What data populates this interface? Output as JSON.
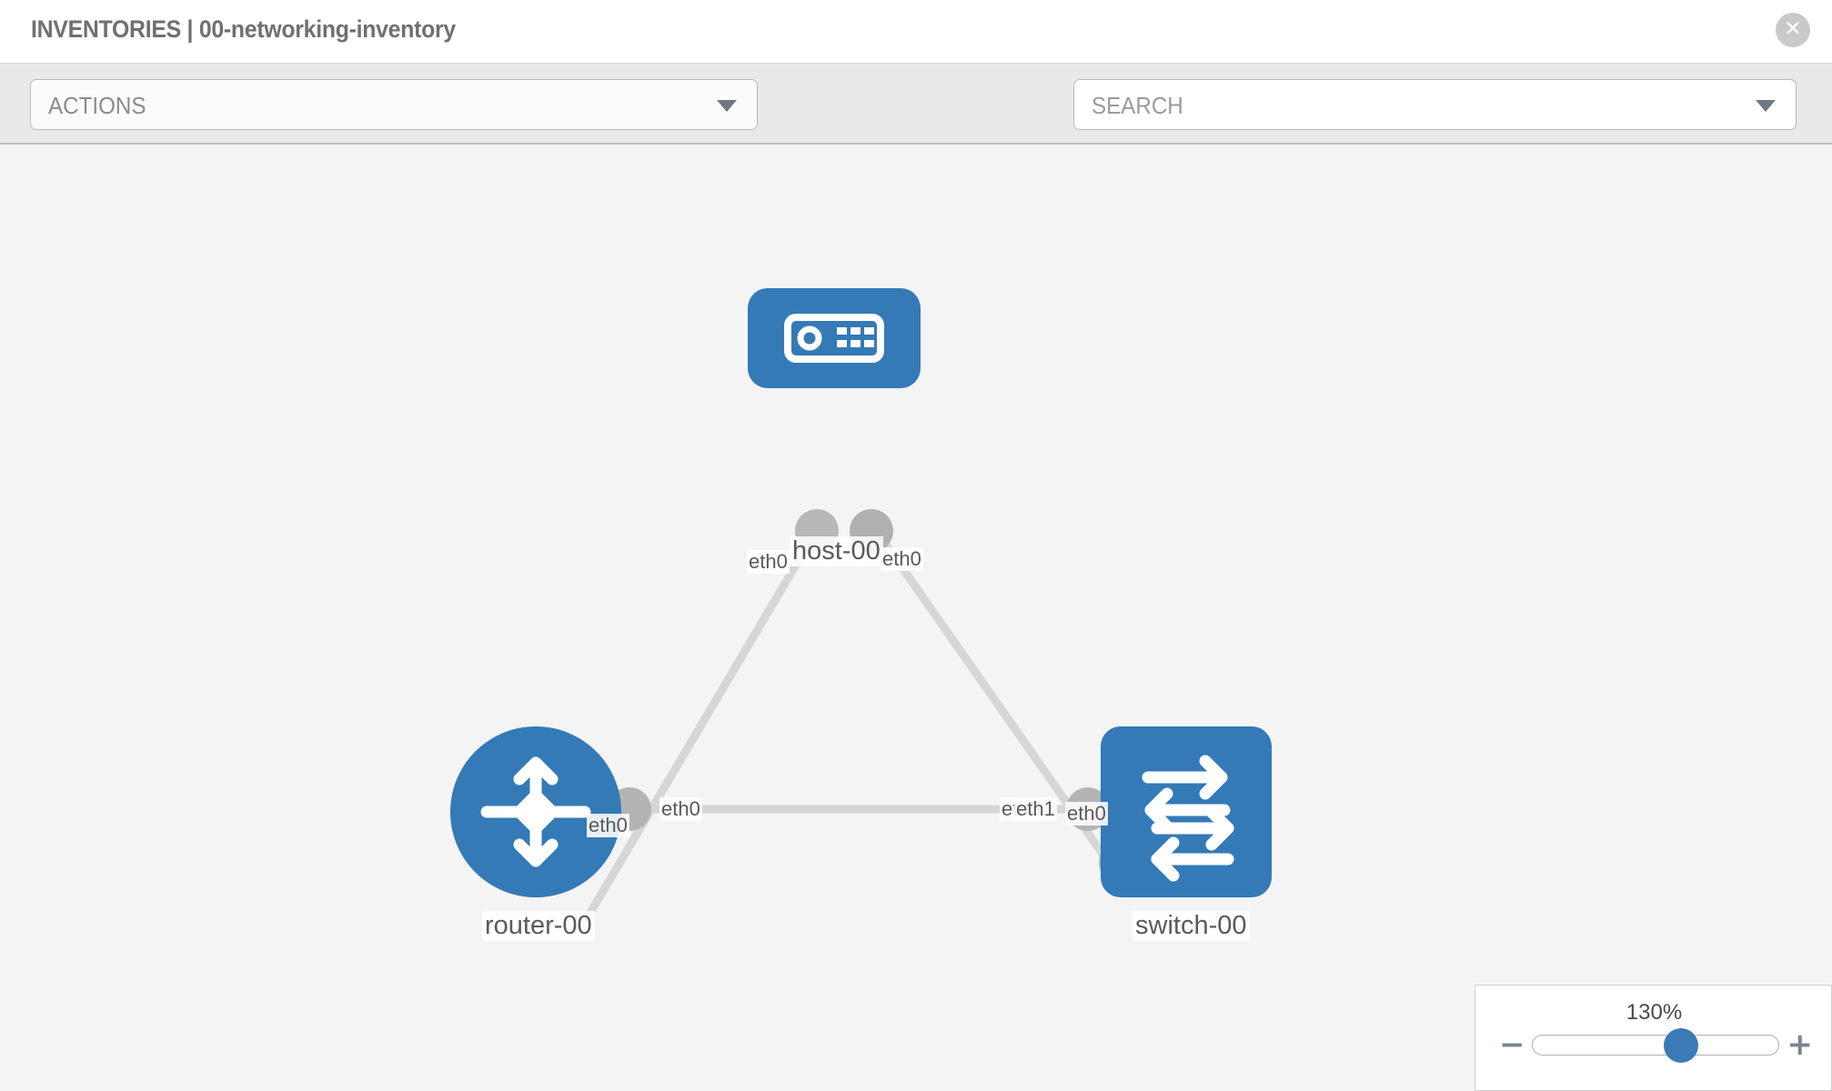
{
  "header": {
    "title": "INVENTORIES | 00-networking-inventory",
    "close_label": "✕"
  },
  "toolbar": {
    "actions_label": "ACTIONS",
    "search_placeholder": "SEARCH",
    "wrench_icon": "wrench-icon",
    "key_icon": "key-icon"
  },
  "topology": {
    "nodes": [
      {
        "id": "host-00",
        "label": "host-00",
        "type": "host",
        "icon": "server-icon"
      },
      {
        "id": "router-00",
        "label": "router-00",
        "type": "router",
        "icon": "router-arrows-icon"
      },
      {
        "id": "switch-00",
        "label": "switch-00",
        "type": "switch",
        "icon": "switch-arrows-icon"
      }
    ],
    "interfaces": [
      {
        "node": "host-00",
        "label": "eth0",
        "side": "left"
      },
      {
        "node": "host-00",
        "label": "eth0",
        "side": "right"
      },
      {
        "node": "router-00",
        "label": "eth0",
        "side": "uplink"
      },
      {
        "node": "router-00",
        "label": "eth0",
        "side": "right"
      },
      {
        "node": "switch-00",
        "label": "eth0",
        "side": "uplink"
      },
      {
        "node": "switch-00",
        "label": "eth0",
        "side": "left-lower"
      },
      {
        "node": "switch-00",
        "label": "eth1",
        "side": "left-lower"
      }
    ],
    "links": [
      {
        "from": "host-00",
        "to": "router-00"
      },
      {
        "from": "host-00",
        "to": "switch-00"
      },
      {
        "from": "router-00",
        "to": "switch-00"
      }
    ],
    "colors": {
      "node_blue": "#337ab7",
      "link_gray": "#d3d3d3",
      "port_gray": "#b4b4b4",
      "canvas_bg": "#f4f4f4"
    }
  },
  "zoom": {
    "value_label": "130%",
    "minus_label": "−",
    "plus_label": "+",
    "handle_percent": 60
  }
}
